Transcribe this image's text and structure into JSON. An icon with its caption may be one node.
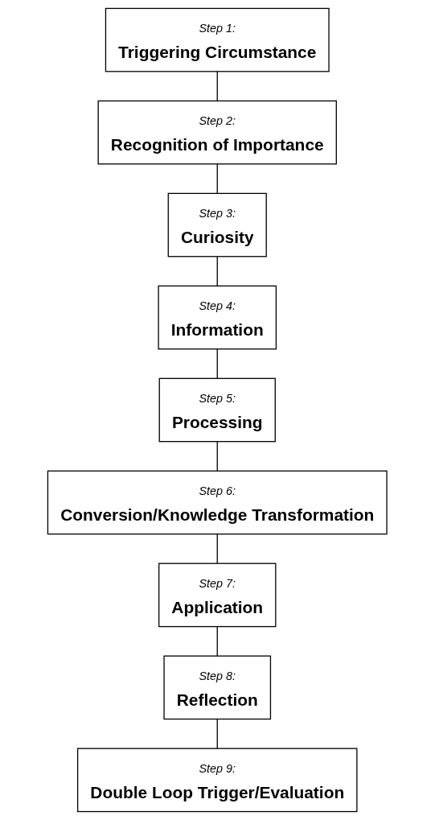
{
  "diagram": {
    "nodes": [
      {
        "text": [
          "Step 1:",
          "Triggering Circumstance"
        ]
      },
      {
        "text": [
          "Step 2:",
          "Recognition of Importance"
        ]
      },
      {
        "text": [
          "Step 3:",
          "Curiosity"
        ]
      },
      {
        "text": [
          "Step 4:",
          "Information"
        ]
      },
      {
        "text": [
          "Step 5:",
          "Processing"
        ]
      },
      {
        "text": [
          "Step 6:",
          "Conversion/Knowledge Transformation"
        ]
      },
      {
        "text": [
          "Step 7:",
          "Application"
        ]
      },
      {
        "text": [
          "Step 8:",
          "Reflection"
        ]
      },
      {
        "text": [
          "Step 9:",
          "Double Loop Trigger/Evaluation"
        ]
      }
    ],
    "edges": [
      {
        "from": 0,
        "to": 1,
        "arrow": "none"
      },
      {
        "from": 1,
        "to": 2,
        "arrow": "none"
      },
      {
        "from": 2,
        "to": 3,
        "arrow": "none"
      },
      {
        "from": 3,
        "to": 4,
        "arrow": "none"
      },
      {
        "from": 4,
        "to": 5,
        "arrow": "none"
      },
      {
        "from": 5,
        "to": 6,
        "arrow": "none"
      },
      {
        "from": 6,
        "to": 7,
        "arrow": "none"
      },
      {
        "from": 7,
        "to": 8,
        "arrow": "none"
      }
    ]
  }
}
